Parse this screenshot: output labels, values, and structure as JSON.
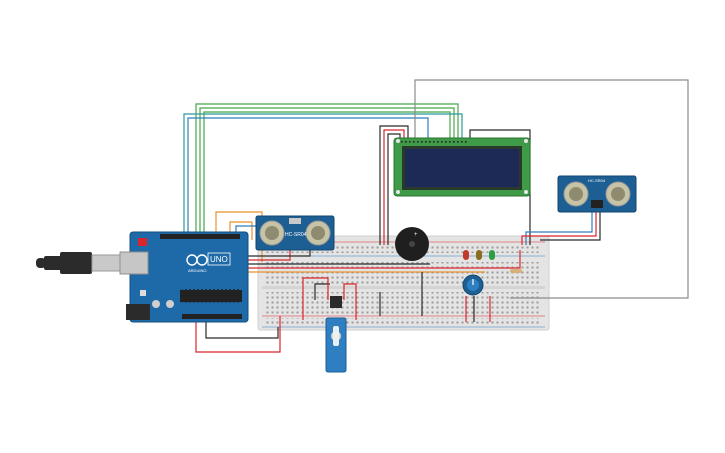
{
  "arduino": {
    "model_label": "UNO",
    "brand_label": "ARDUINO"
  },
  "ultrasonic_sensor": {
    "model_label": "HC-SR04"
  },
  "ultrasonic_sensor_2": {
    "model_label": "HC-SR04"
  },
  "colors": {
    "arduino_board": "#1e6aa8",
    "lcd_pcb": "#3f9b48",
    "lcd_screen": "#1c2a55",
    "breadboard": "#e4e4e4",
    "sensor_board": "#1d5e93",
    "wire_red": "#d9262c",
    "wire_black": "#2b2b2b",
    "wire_green": "#46a84a",
    "wire_blue": "#2d7fc1",
    "wire_orange": "#e8902f",
    "wire_gray": "#8c8c8c",
    "wire_teal": "#2a9b9b",
    "led_red": "#c0392b",
    "led_yellow": "#8a6d1f",
    "led_green": "#2e9e45"
  },
  "components": {
    "leds": [
      "red",
      "yellow",
      "green"
    ],
    "buzzer": "piezo-buzzer",
    "potentiometer": "potentiometer",
    "servo": "micro-servo",
    "usb_cable": "usb-cable"
  }
}
